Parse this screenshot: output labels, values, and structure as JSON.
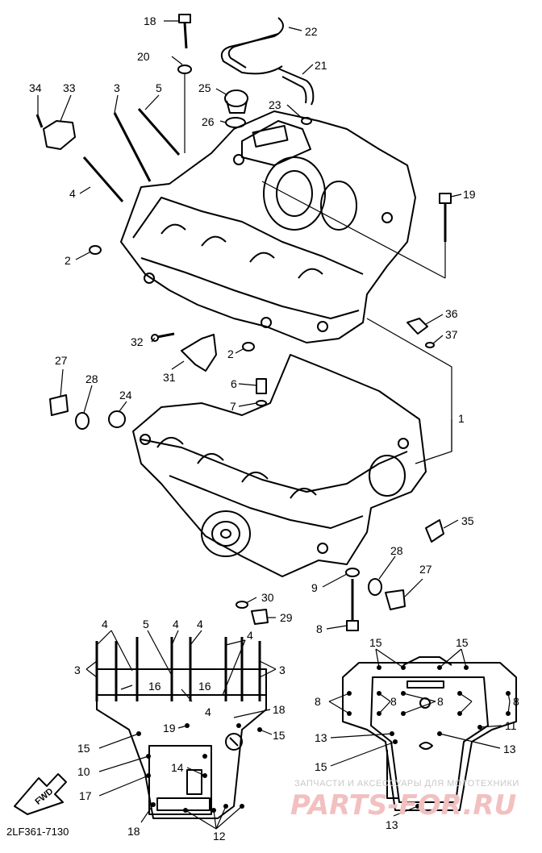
{
  "diagram": {
    "callouts": {
      "c18a": "18",
      "c22": "22",
      "c20": "20",
      "c21": "21",
      "c34": "34",
      "c33": "33",
      "c3a": "3",
      "c5a": "5",
      "c25": "25",
      "c23": "23",
      "c26": "26",
      "c4a": "4",
      "c19": "19",
      "c2a": "2",
      "c36": "36",
      "c32": "32",
      "c37": "37",
      "c2b": "2",
      "c27a": "27",
      "c31": "31",
      "c28a": "28",
      "c6": "6",
      "c24": "24",
      "c7": "7",
      "c1": "1",
      "c35": "35",
      "c28b": "28",
      "c9": "9",
      "c27b": "27",
      "c30": "30",
      "c29": "29",
      "c8a": "8",
      "b4a": "4",
      "b5": "5",
      "b4b": "4",
      "b4c": "4",
      "b4d": "4",
      "b3a": "3",
      "b3b": "3",
      "b16a": "16",
      "b16b": "16",
      "b4e": "4",
      "b18a": "18",
      "b15a": "15",
      "b19": "19",
      "b15b": "15",
      "b10": "10",
      "b14": "14",
      "b17": "17",
      "b18b": "18",
      "b12": "12",
      "r15a": "15",
      "r15b": "15",
      "r8a": "8",
      "r8b": "8",
      "r8c": "8",
      "r8d": "8",
      "r11": "11",
      "r13a": "13",
      "r13b": "13",
      "r15c": "15",
      "r13c": "13"
    },
    "fwd_label": "FWD",
    "drawing_code": "2LF361-7130"
  },
  "watermark": {
    "line1": "ЗАПЧАСТИ И АКСЕССУАРЫ ДЛЯ МОТОТЕХНИКИ",
    "line2": "PARTS-FOR.RU"
  }
}
